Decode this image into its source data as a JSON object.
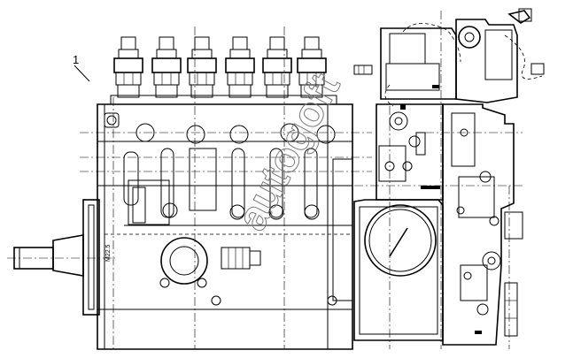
{
  "callout": {
    "number": "1"
  },
  "dimension": {
    "label": "M22.5"
  },
  "watermark": {
    "text": "autogoft"
  },
  "colors": {
    "line": "#000000",
    "background": "#ffffff",
    "watermark": "#7a7a7a"
  }
}
